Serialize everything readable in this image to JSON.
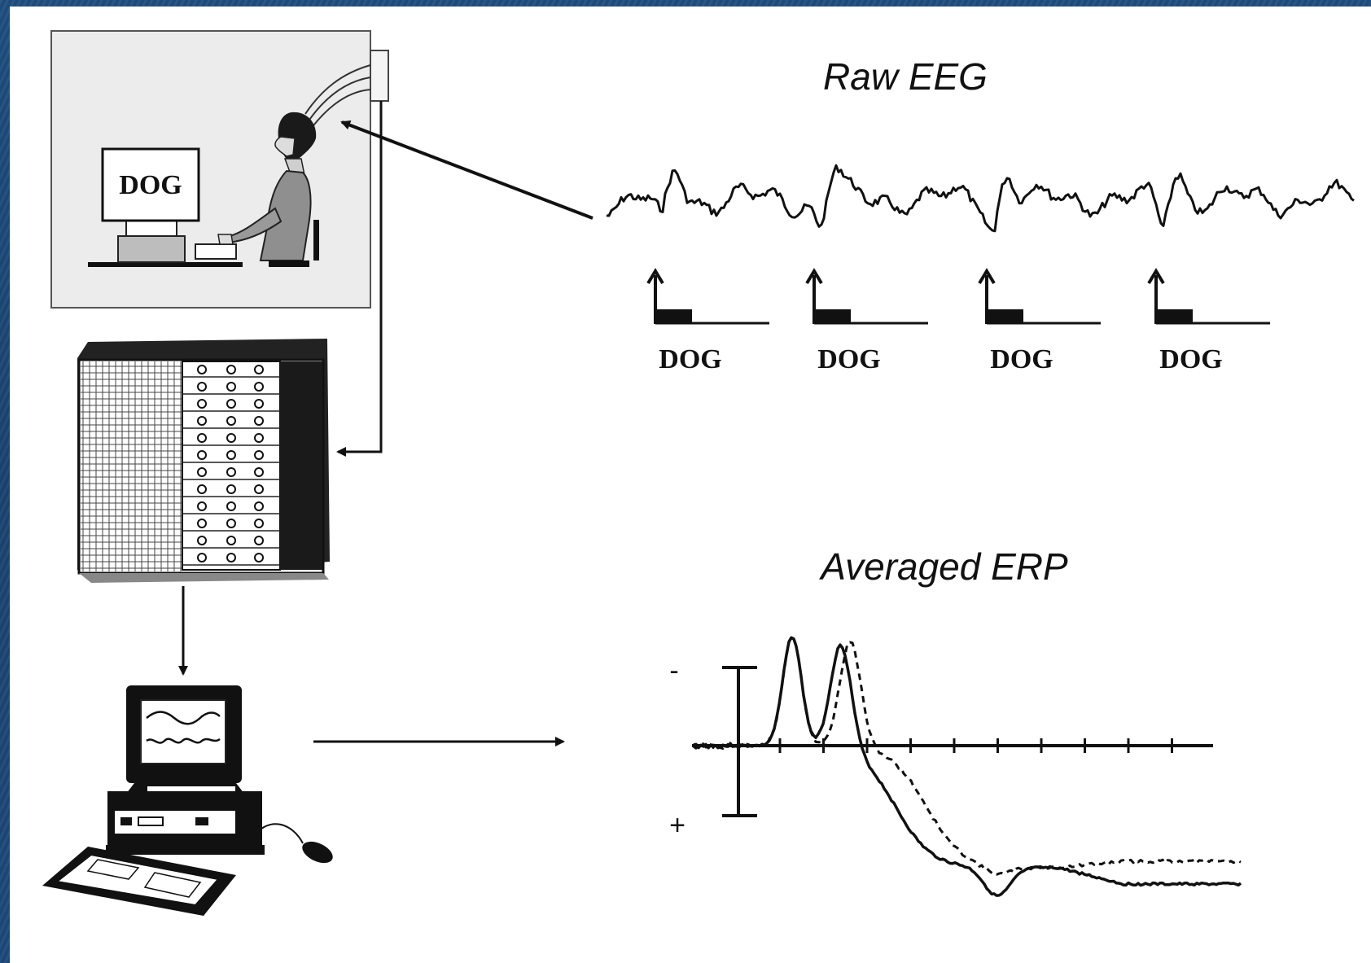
{
  "figure": {
    "raw_title": "Raw EEG",
    "avg_title": "Averaged ERP",
    "screen_word": "DOG",
    "stimulus_labels": [
      "DOG",
      "DOG",
      "DOG",
      "DOG"
    ],
    "polarity_negative": "-",
    "polarity_positive": "+"
  },
  "colors": {
    "background": "#1e4a7a",
    "paper": "#ffffff",
    "ink": "#111111"
  }
}
